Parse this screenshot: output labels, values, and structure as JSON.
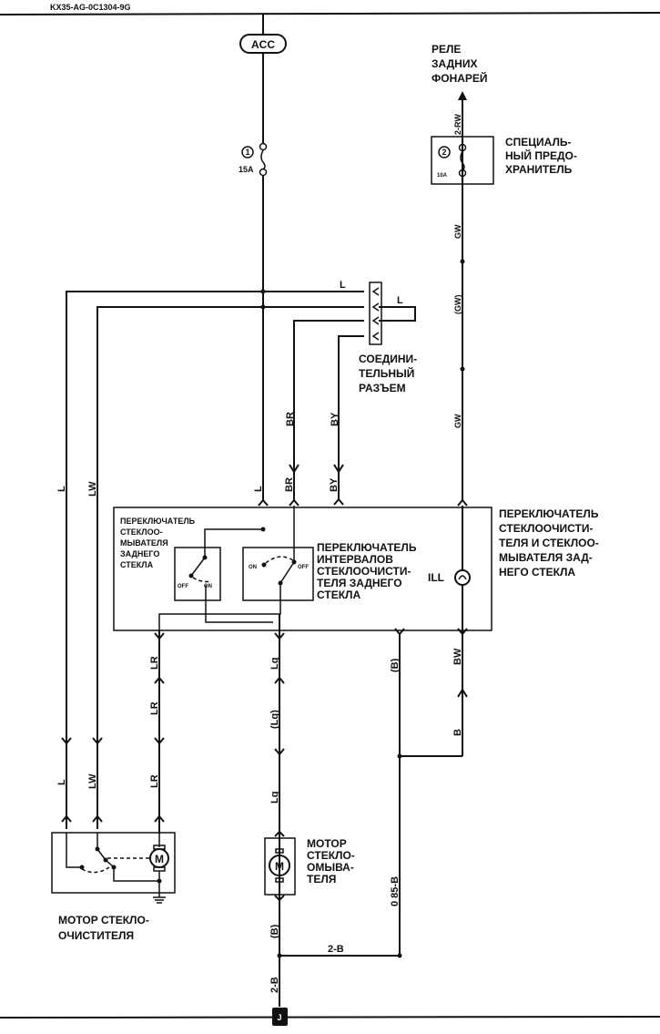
{
  "doc_code": "KX35-AG-0C1304-9G",
  "power": {
    "source": "ACC"
  },
  "fuses": [
    {
      "number": "1",
      "rating": "15A"
    },
    {
      "number": "2",
      "rating": "10A"
    }
  ],
  "labels": {
    "tail_relay": [
      "РЕЛЕ",
      "ЗАДНИХ",
      "ФОНАРЕЙ"
    ],
    "special_fuse": [
      "СПЕЦИАЛЬ-",
      "НЫЙ ПРЕДО-",
      "ХРАНИТЕЛЬ"
    ],
    "connector": [
      "СОЕДИНИ-",
      "ТЕЛЬНЫЙ",
      "РАЗЪЕМ"
    ],
    "washer_switch": [
      "ПЕРЕКЛЮЧАТЕЛЬ",
      "СТЕКЛОО-",
      "МЫВАТЕЛЯ",
      "ЗАДНЕГО",
      "СТЕКЛА"
    ],
    "interval_switch": [
      "ПЕРЕКЛЮЧАТЕЛЬ",
      "ИНТЕРВАЛОВ",
      "СТЕКЛООЧИСТИ-",
      "ТЕЛЯ ЗАДНЕГО",
      "СТЕКЛА"
    ],
    "combo_switch": [
      "ПЕРЕКЛЮЧАТЕЛЬ",
      "СТЕКЛООЧИСТИ-",
      "ТЕЛЯ И СТЕКЛОО-",
      "МЫВАТЕЛЯ ЗАД-",
      "НЕГО СТЕКЛА"
    ],
    "wiper_motor": [
      "МОТОР СТЕКЛО-",
      "ОЧИСТИТЕЛЯ"
    ],
    "washer_motor": [
      "МОТОР",
      "СТЕКЛО-",
      "ОМЫВА-",
      "ТЕЛЯ"
    ],
    "ill": "ILL",
    "switch_off": "OFF",
    "switch_on": "ON",
    "motor_symbol": "M",
    "ground_point": "J"
  },
  "wire_codes": {
    "rw": "2-RW",
    "gw": "GW",
    "gw_paren": "(GW)",
    "l": "L",
    "lw": "LW",
    "br": "BR",
    "by": "BY",
    "lr": "LR",
    "lg": "Lg",
    "lg_paren": "(Lg)",
    "b_paren": "(B)",
    "bw": "BW",
    "b": "B",
    "b2": "2-B",
    "b085": "0 85-B"
  }
}
